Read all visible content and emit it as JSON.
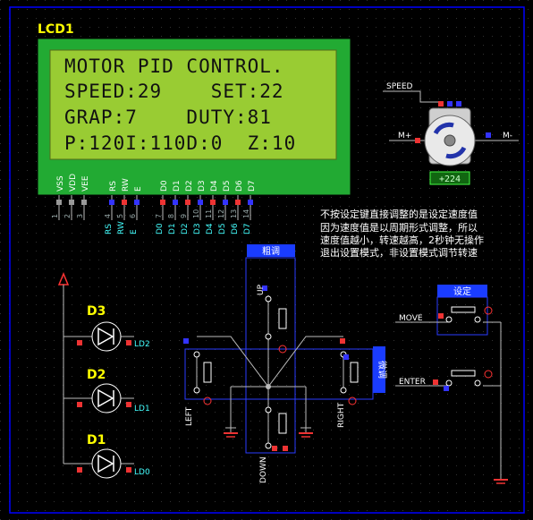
{
  "lcd": {
    "ref": "LCD1",
    "lines": [
      "MOTOR PID CONTROL.",
      "SPEED:29    SET:22",
      "GRAP:7    DUTY:81",
      "P:120I:110D:0  Z:10"
    ],
    "pins": [
      {
        "num": "1",
        "name": "VSS"
      },
      {
        "num": "2",
        "name": "VDD"
      },
      {
        "num": "3",
        "name": "VEE"
      },
      {
        "num": "4",
        "name": "RS"
      },
      {
        "num": "5",
        "name": "RW"
      },
      {
        "num": "6",
        "name": "E"
      },
      {
        "num": "7",
        "name": "D0"
      },
      {
        "num": "8",
        "name": "D1"
      },
      {
        "num": "9",
        "name": "D2"
      },
      {
        "num": "10",
        "name": "D3"
      },
      {
        "num": "11",
        "name": "D4"
      },
      {
        "num": "12",
        "name": "D5"
      },
      {
        "num": "13",
        "name": "D6"
      },
      {
        "num": "14",
        "name": "D7"
      }
    ],
    "nets": [
      "RS",
      "RW",
      "E",
      "D0",
      "D1",
      "D2",
      "D3",
      "D4",
      "D5",
      "D6",
      "D7"
    ]
  },
  "motor": {
    "speed_label": "SPEED",
    "plus_label": "M+",
    "minus_label": "M-",
    "readout": "+224"
  },
  "note": [
    "不按设定键直接调整的是设定速度值",
    "因为速度值是以周期形式调整，所以",
    "速度值越小，转速越高，2秒钟无操作",
    "退出设置模式，非设置模式调节转速"
  ],
  "leds": [
    {
      "ref": "D3",
      "net": "LD2"
    },
    {
      "ref": "D2",
      "net": "LD1"
    },
    {
      "ref": "D1",
      "net": "LD0"
    }
  ],
  "cluster": {
    "coarse_label": "粗调",
    "fine_label": "微调",
    "buttons": {
      "up": "UP",
      "left": "LEFT",
      "right": "RIGHT",
      "down": "DOWN"
    }
  },
  "settings": {
    "title": "设定",
    "move": "MOVE",
    "enter": "ENTER"
  },
  "colors": {
    "lcd_body": "#22aa33",
    "lcd_screen": "#99cc33",
    "frame_blue": "#2a3cff",
    "label_yellow": "#ffff00",
    "net_cyan": "#44ffff"
  }
}
